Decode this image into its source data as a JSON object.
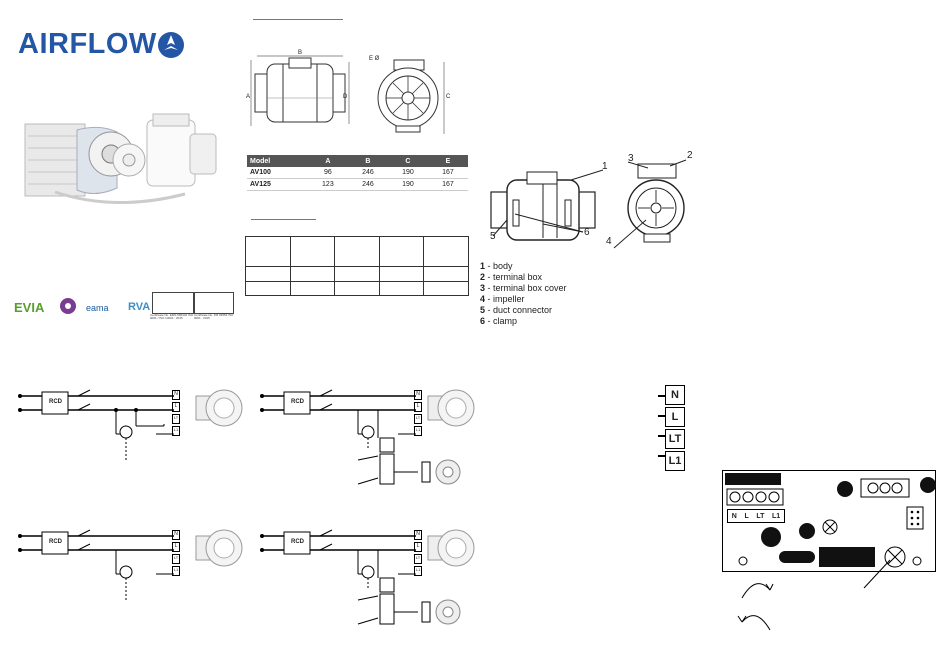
{
  "brand": {
    "logo_text": "AIRFLOW",
    "logo_color": "#2456a6"
  },
  "cert_logos": [
    "EVIA",
    "eama",
    "RVA"
  ],
  "cert_box_1": "Certificate No. EMS 565442 ISO 9001 / ISO 14001 : 2015",
  "cert_box_2": "Certificate No. FM 03553 ISO 9001 : 2015",
  "dimension_labels": {
    "a": "A",
    "b": "B",
    "c": "C",
    "d": "D",
    "e": "E Ø"
  },
  "dims_table": {
    "headers": [
      "Model",
      "A",
      "B",
      "C",
      "E"
    ],
    "rows": [
      [
        "AV100",
        "96",
        "246",
        "190",
        "167"
      ],
      [
        "AV125",
        "123",
        "246",
        "190",
        "167"
      ]
    ]
  },
  "part_callouts": [
    "1",
    "2",
    "3",
    "4",
    "5",
    "6"
  ],
  "parts_legend": [
    {
      "num": "1",
      "name": "body"
    },
    {
      "num": "2",
      "name": "terminal box"
    },
    {
      "num": "3",
      "name": "terminal box cover"
    },
    {
      "num": "4",
      "name": "impeller"
    },
    {
      "num": "5",
      "name": "duct connector"
    },
    {
      "num": "6",
      "name": "clamp"
    }
  ],
  "wiring": {
    "rcd_label": "RCD",
    "terminal_labels": [
      "N",
      "L",
      "LT",
      "L1"
    ]
  },
  "terminal_block": [
    "N",
    "L",
    "LT",
    "L1"
  ],
  "pcb": {
    "terminal_labels": [
      "N",
      "L",
      "LT",
      "L1"
    ]
  }
}
